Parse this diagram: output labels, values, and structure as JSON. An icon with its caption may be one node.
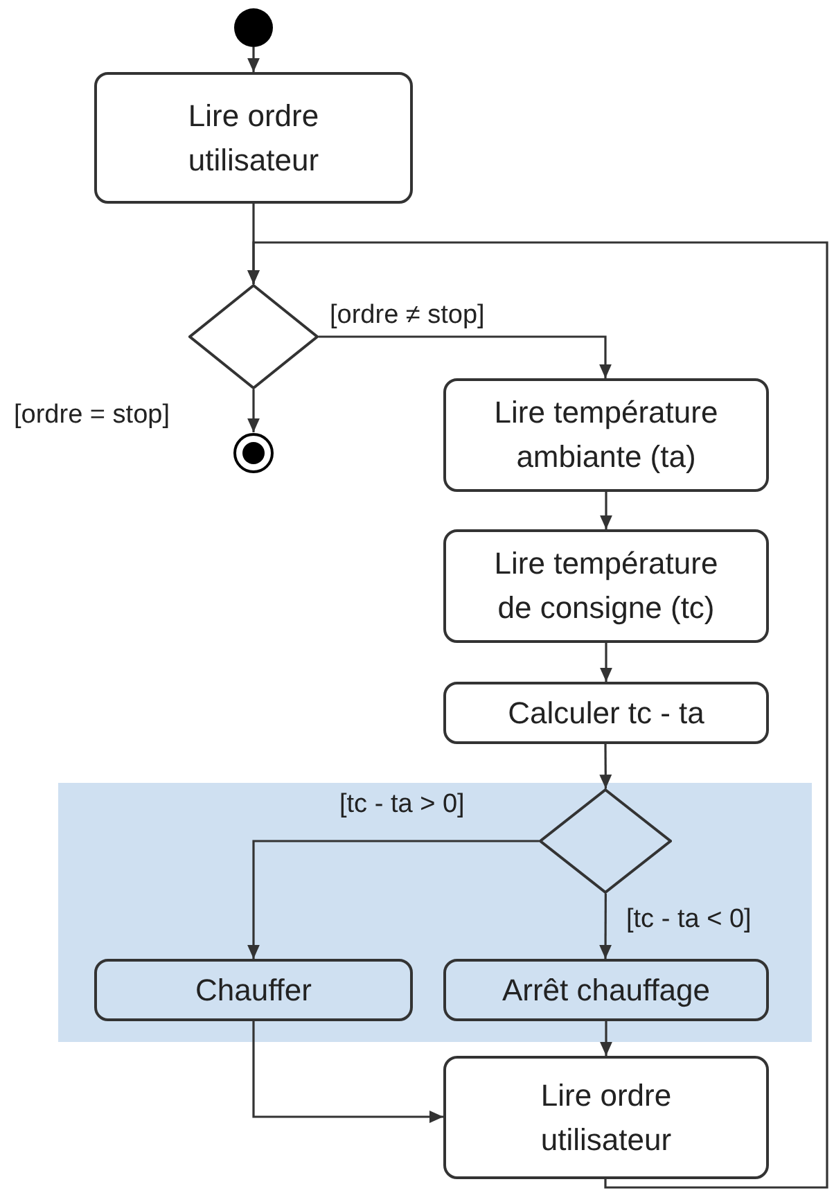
{
  "diagram": {
    "nodes": [
      {
        "text": [],
        "shape": "circle"
      },
      {
        "text": [
          "Lire ordre utilisateur"
        ]
      },
      {
        "text": [],
        "shape": "diamond"
      },
      {
        "text": [],
        "shape": "bullseye"
      },
      {
        "text": [
          "Lire température ambiante (ta)"
        ]
      },
      {
        "text": [
          "Lire température de consigne (tc)"
        ]
      },
      {
        "text": [
          "Calculer tc - ta"
        ]
      },
      {
        "text": [],
        "shape": "band"
      },
      {
        "text": [],
        "shape": "diamond",
        "in": 7
      },
      {
        "text": [
          "Chauffer"
        ],
        "in": 7
      },
      {
        "text": [
          "Arrêt chauffage"
        ],
        "in": 7
      },
      {
        "text": [
          "Lire ordre utilisateur"
        ]
      }
    ],
    "edges": [
      {
        "from": 0,
        "to": 1,
        "arrow": "to"
      },
      {
        "from": 1,
        "to": 2,
        "arrow": "to"
      },
      {
        "from": 2,
        "to": 4,
        "arrow": "to",
        "label": "[ordre ≠ stop]"
      },
      {
        "from": 2,
        "to": 3,
        "arrow": "to",
        "label": "[ordre = stop]"
      },
      {
        "from": 4,
        "to": 5,
        "arrow": "to"
      },
      {
        "from": 5,
        "to": 6,
        "arrow": "to"
      },
      {
        "from": 6,
        "to": 8,
        "arrow": "to"
      },
      {
        "from": 8,
        "to": 9,
        "arrow": "to",
        "label": "[tc - ta > 0]"
      },
      {
        "from": 8,
        "to": 10,
        "arrow": "to",
        "label": "[tc - ta < 0]"
      },
      {
        "from": 10,
        "to": 11,
        "arrow": "to"
      },
      {
        "from": 9,
        "to": 11,
        "arrow": "to"
      },
      {
        "from": 11,
        "to": 2,
        "arrow": "to"
      }
    ]
  }
}
